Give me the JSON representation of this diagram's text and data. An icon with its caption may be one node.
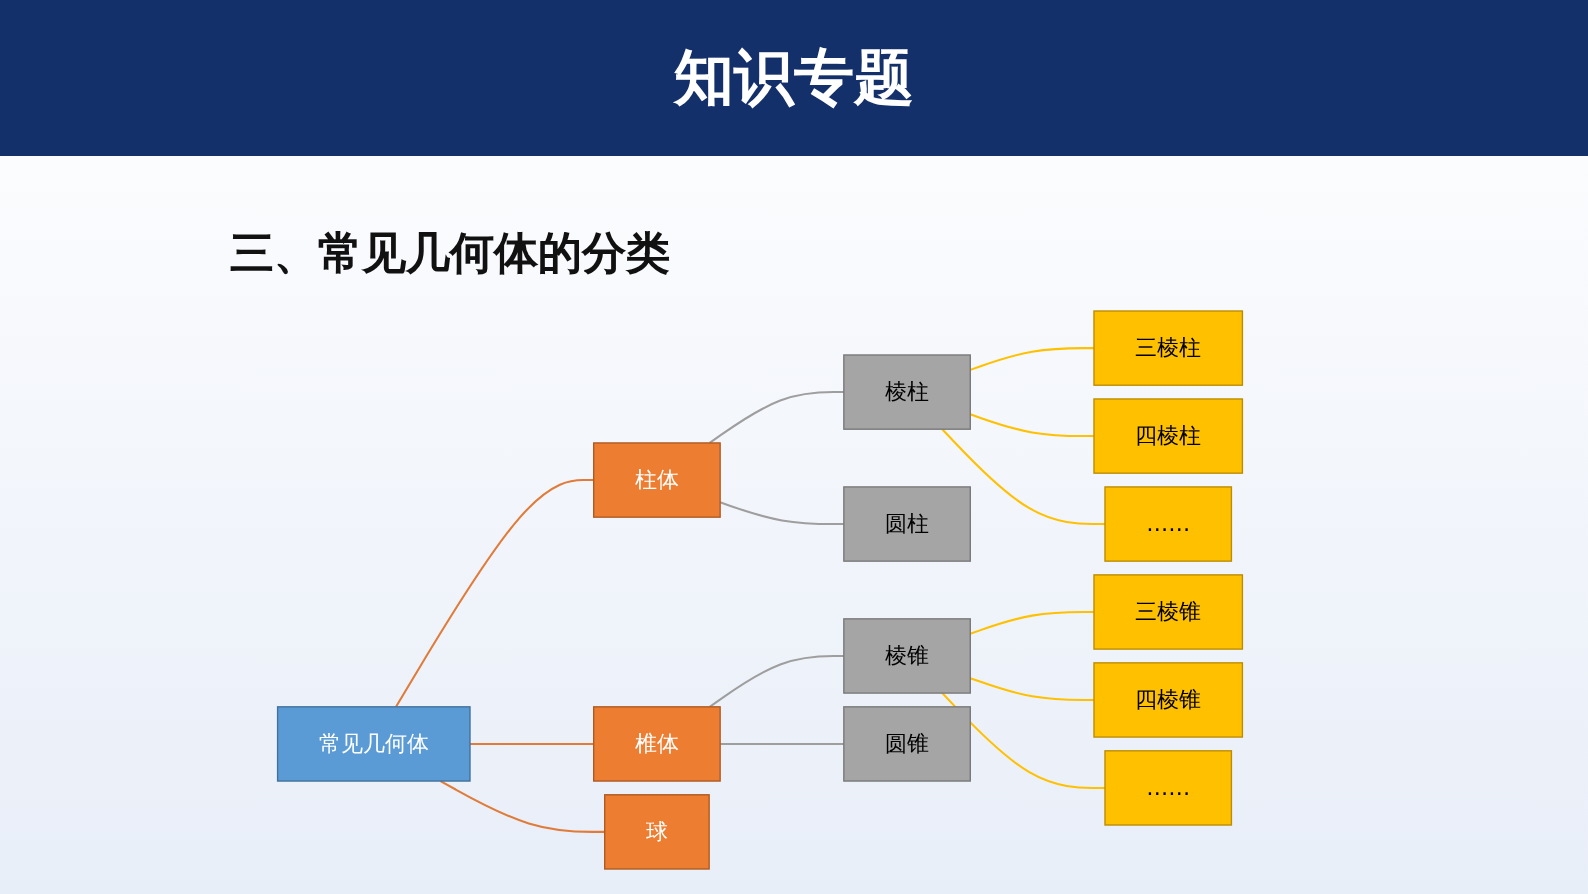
{
  "diagram": {
    "title": "知识专题",
    "nodes": [
      {
        "text": [
          "常见几何体"
        ]
      },
      {
        "text": [
          "柱体"
        ]
      },
      {
        "text": [
          "椎体"
        ]
      },
      {
        "text": [
          "球"
        ]
      },
      {
        "text": [
          "棱柱"
        ]
      },
      {
        "text": [
          "圆柱"
        ]
      },
      {
        "text": [
          "棱锥"
        ]
      },
      {
        "text": [
          "圆锥"
        ]
      },
      {
        "text": [
          "三棱柱"
        ]
      },
      {
        "text": [
          "四棱柱"
        ]
      },
      {
        "text": [
          "……"
        ]
      },
      {
        "text": [
          "三棱锥"
        ]
      },
      {
        "text": [
          "四棱锥"
        ]
      },
      {
        "text": [
          "……"
        ]
      }
    ],
    "edges": [
      {
        "from": 0,
        "to": 1,
        "arrow": "none",
        "color": "#e07b39"
      },
      {
        "from": 0,
        "to": 2,
        "arrow": "none",
        "color": "#e07b39"
      },
      {
        "from": 0,
        "to": 3,
        "arrow": "none",
        "color": "#e07b39"
      },
      {
        "from": 1,
        "to": 4,
        "arrow": "none",
        "color": "#9e9e9e"
      },
      {
        "from": 1,
        "to": 5,
        "arrow": "none",
        "color": "#9e9e9e"
      },
      {
        "from": 4,
        "to": 8,
        "arrow": "none"
      },
      {
        "from": 4,
        "to": 9,
        "arrow": "none"
      },
      {
        "from": 4,
        "to": 10,
        "arrow": "none"
      },
      {
        "from": 2,
        "to": 6,
        "arrow": "none",
        "color": "#9e9e9e"
      },
      {
        "from": 2,
        "to": 7,
        "arrow": "none",
        "color": "#9e9e9e"
      },
      {
        "from": 6,
        "to": 11,
        "arrow": "none"
      },
      {
        "from": 6,
        "to": 12,
        "arrow": "none"
      },
      {
        "from": 6,
        "to": 13,
        "arrow": "none"
      }
    ],
    "labels": [
      "三、常见几何体的分类"
    ]
  }
}
